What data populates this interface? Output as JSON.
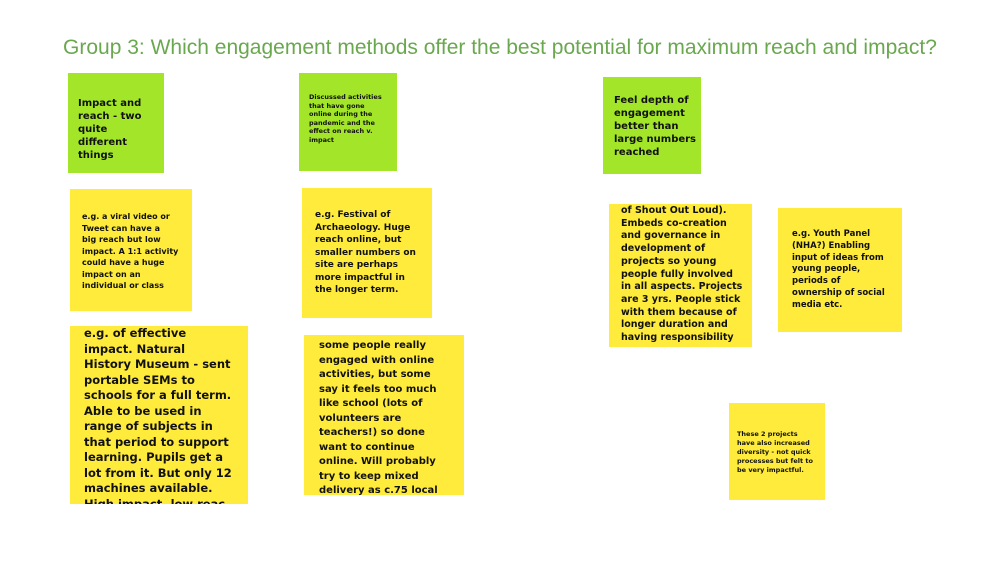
{
  "slide": {
    "title": "Group 3: Which engagement methods offer the best potential for maximum reach and impact?",
    "colors": {
      "title": "#6aa84f",
      "green_note": "#a3e629",
      "yellow_note": "#ffeb3b"
    }
  },
  "notes": {
    "impact_reach": "Impact and\nreach - two\nquite different\nthings",
    "discussed": "Discussed activities\nthat have gone\nonline during the\npandemic and the\neffect on reach v.\nimpact",
    "depth": "Feel depth of\nengagement\nbetter than\nlarge numbers\nreached",
    "viral": "e.g. a viral video or\nTweet can have a\nbig reach but low\nimpact. A 1:1 activity\ncould have a huge\nimpact on an\nindividual or class",
    "festival": "e.g. Festival of\nArchaeology. Huge\nreach online, but\nsmaller numbers on\nsite are perhaps\nmore impactful in\nthe longer term.",
    "shout_out": "of Shout Out Loud).\nEmbeds co-creation\nand governance in\ndevelopment of\nprojects so young\npeople fully involved\nin all aspects. Projects\nare 3 yrs. People stick\nwith them because of\nlonger duration and\nhaving responsibility",
    "youth_panel": "e.g. Youth Panel\n(NHA?) Enabling\ninput of ideas from\nyoung people,\nperiods of\nownership of social\nmedia etc.",
    "museum": "e.g. of effective\nimpact. Natural\nHistory Museum - sent\nportable SEMs to\nschools for a full term.\nAble to be used in\nrange of subjects in\nthat period to support\nlearning. Pupils get a\nlot from it. But only 12\nmachines available.\nHigh impact, low reac",
    "online_mixed": "some people really\nengaged with online\nactivities, but some\nsay it feels too much\nlike school (lots of\nvolunteers are\nteachers!) so done\nwant to continue\nonline. Will probably\ntry to keep mixed\ndelivery as c.75 local",
    "two_projects": "These 2 projects\nhave also increased\ndiversity - not quick\nprocesses but felt to\nbe very impactful."
  }
}
